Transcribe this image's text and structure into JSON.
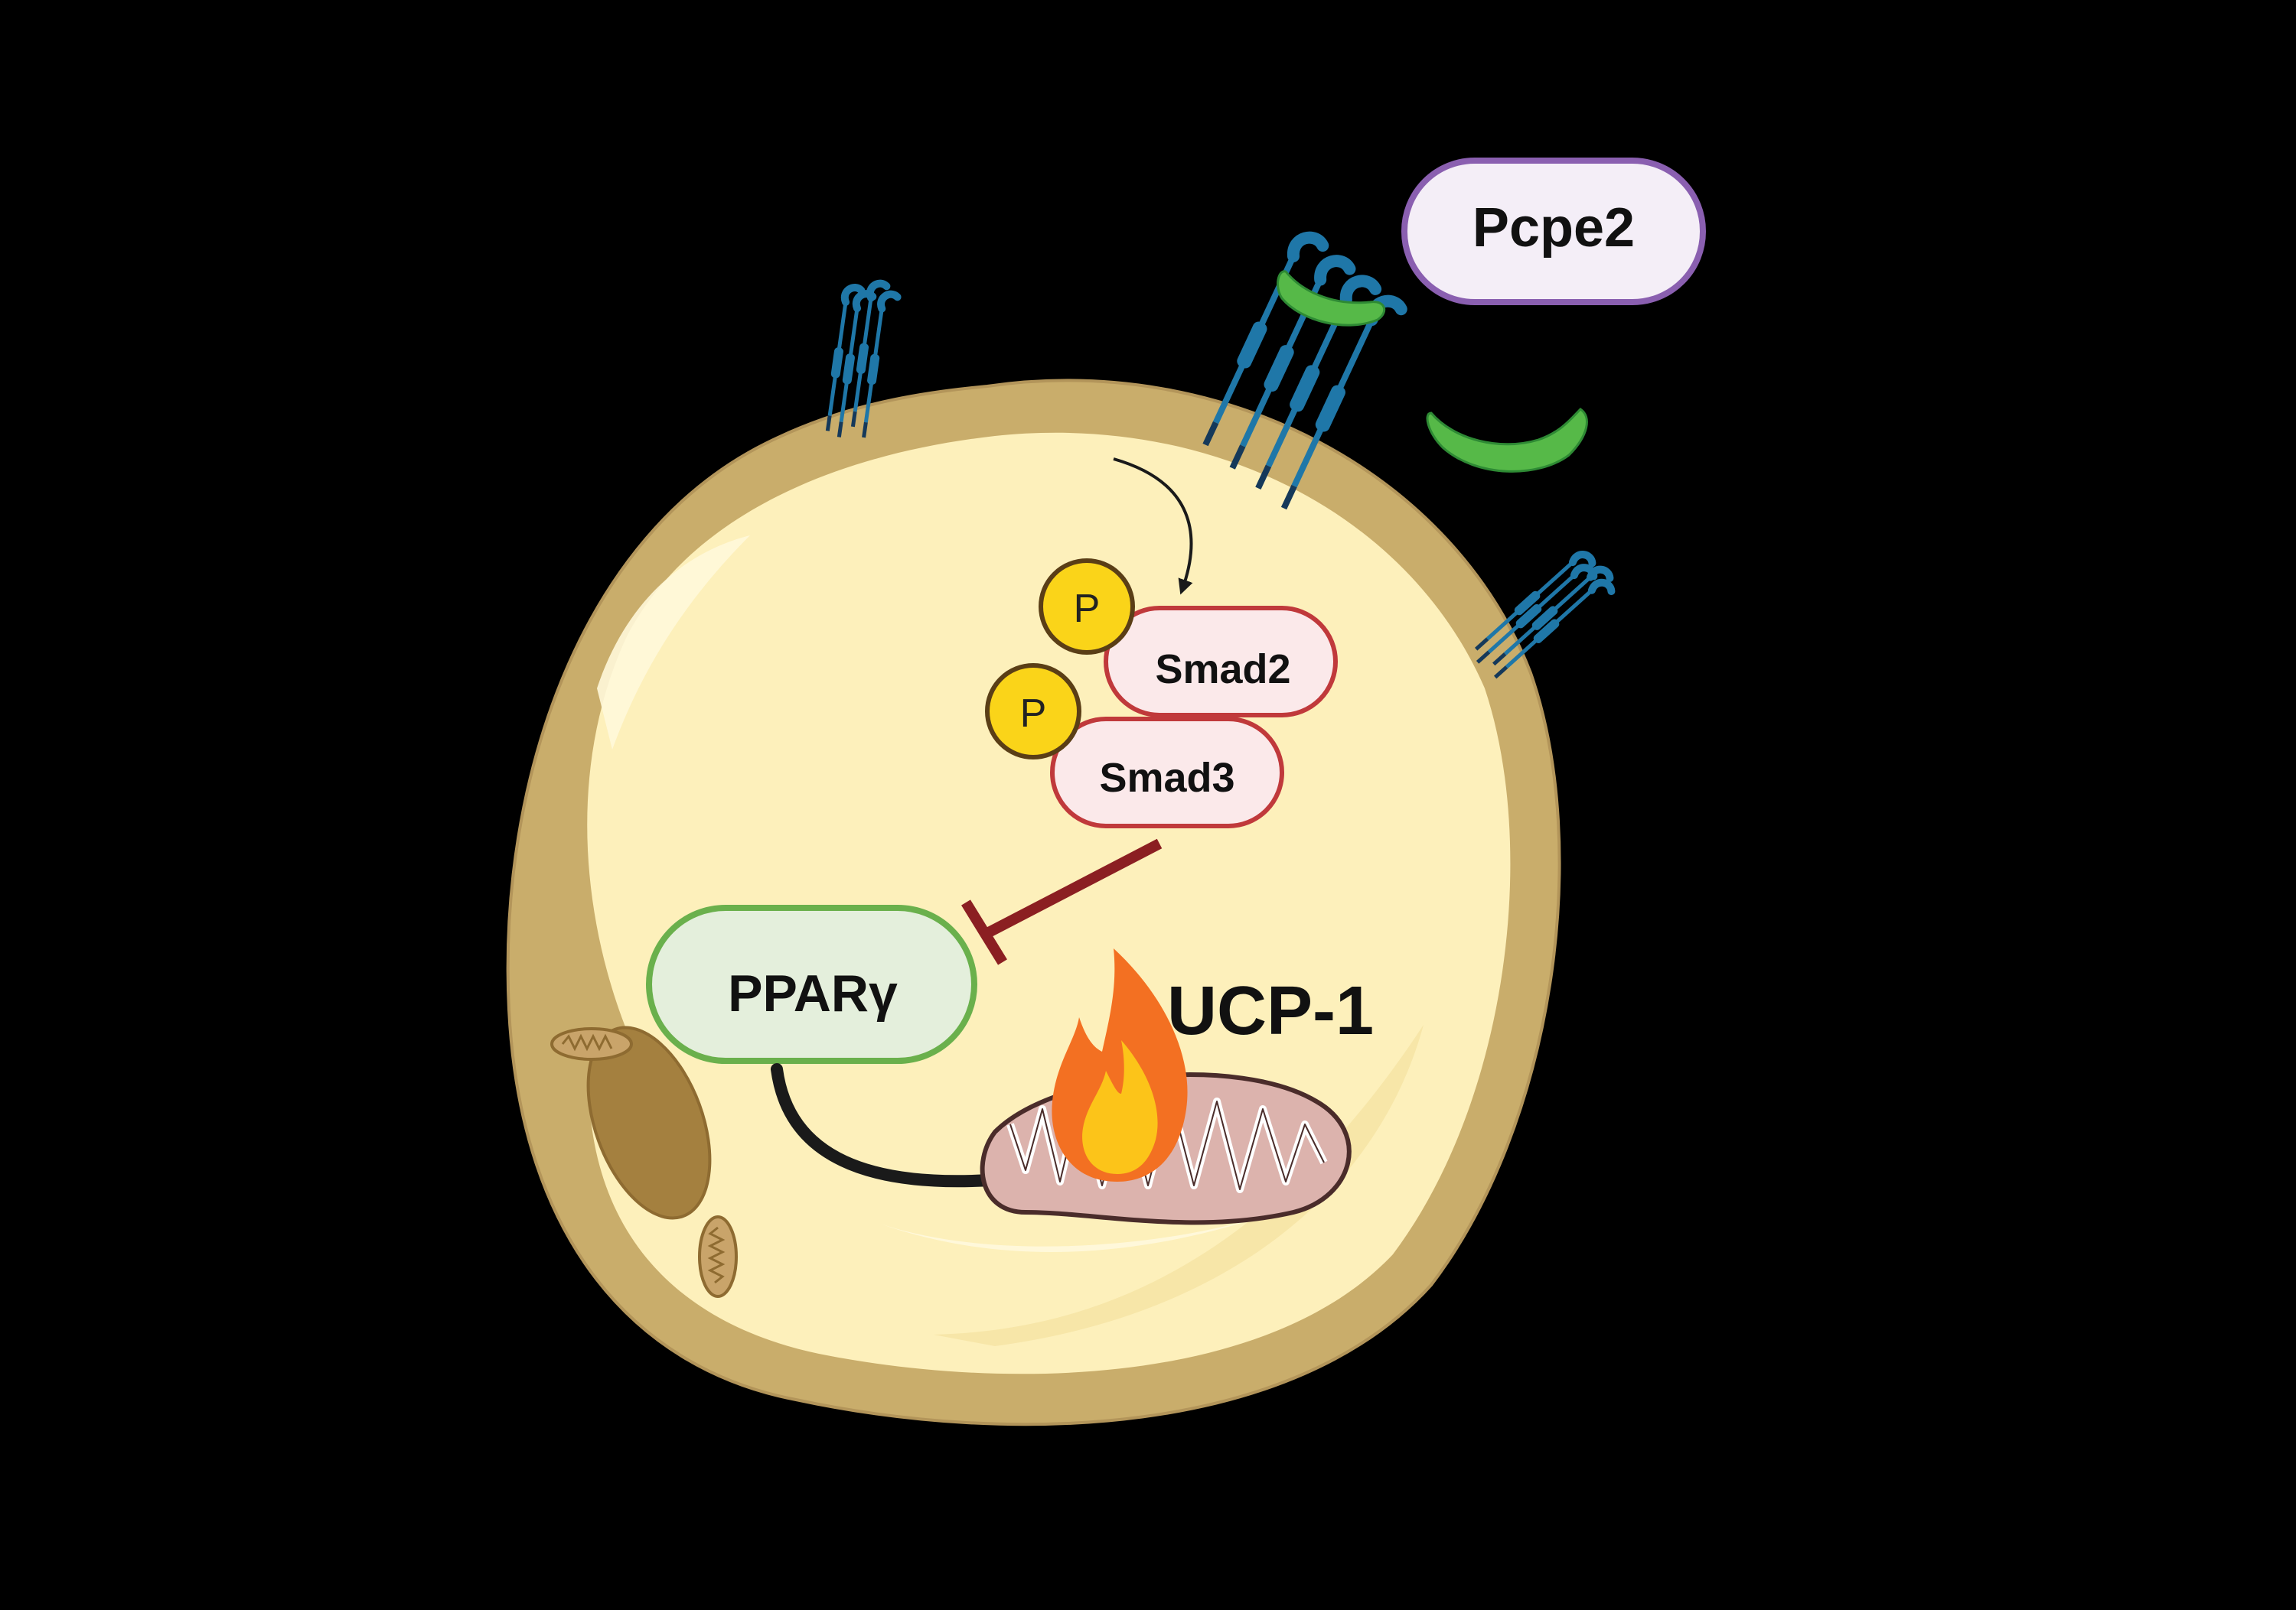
{
  "labels": {
    "ligand": "Pcpe2",
    "phospho_1": "P",
    "phospho_2": "P",
    "smad2": "Smad2",
    "smad3": "Smad3",
    "ppar": "PPARγ",
    "ucp1": "UCP-1"
  },
  "colors": {
    "background": "#000000",
    "cell_membrane": "#c9ad6b",
    "cytoplasm": "#fdf0bb",
    "nucleus": "#a4803f",
    "ligand_border": "#8a5fb0",
    "ligand_fill": "#f4eef7",
    "ligand_protein": "#56b948",
    "receptor_light": "#1f77a8",
    "receptor_dark": "#15395a",
    "phospho_fill": "#fad419",
    "smad_border": "#c0393b",
    "smad_fill": "#fbe9ea",
    "inhibition": "#8b1f22",
    "ppar_border": "#6ab04c",
    "ppar_fill": "#e4efdc",
    "mito_fill": "#dcb3ad",
    "flame_outer": "#f37022",
    "flame_inner": "#fcc419",
    "arrow": "#1a1a1a"
  }
}
